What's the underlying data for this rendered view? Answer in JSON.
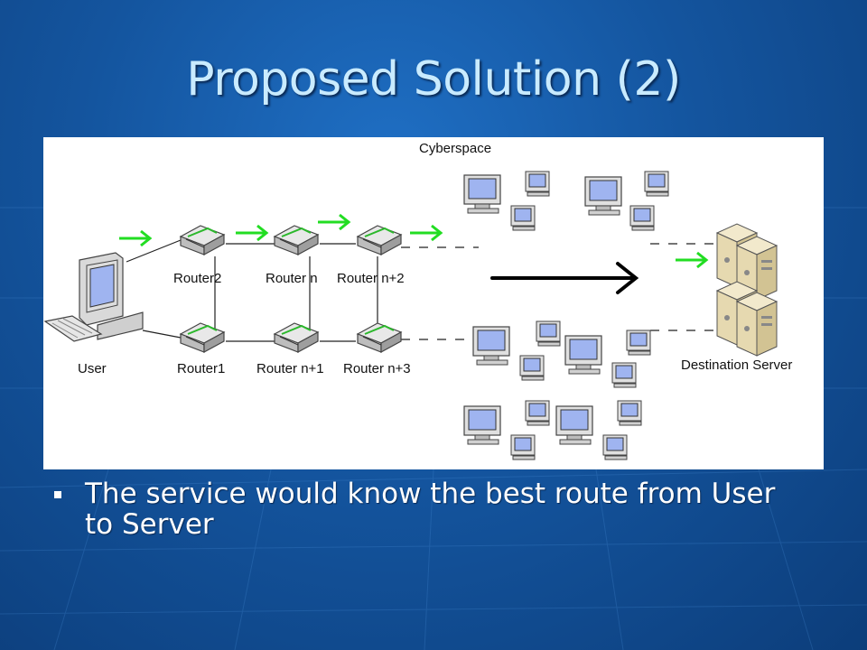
{
  "slide": {
    "title": "Proposed Solution (2)",
    "bullets": [
      "The service would know the best route from User to Server"
    ]
  },
  "diagram": {
    "cyberspace_label": "Cyberspace",
    "user_label": "User",
    "destination_label": "Destination Server",
    "routers": {
      "router2": "Router2",
      "router_n": "Router n",
      "router_n2": "Router n+2",
      "router1": "Router1",
      "router_n1": "Router n+1",
      "router_n3": "Router n+3"
    },
    "colors": {
      "flow_arrow": "#22dd22",
      "main_arrow": "#000000",
      "background": "#1a5fb0",
      "title": "#c9ebff"
    }
  }
}
